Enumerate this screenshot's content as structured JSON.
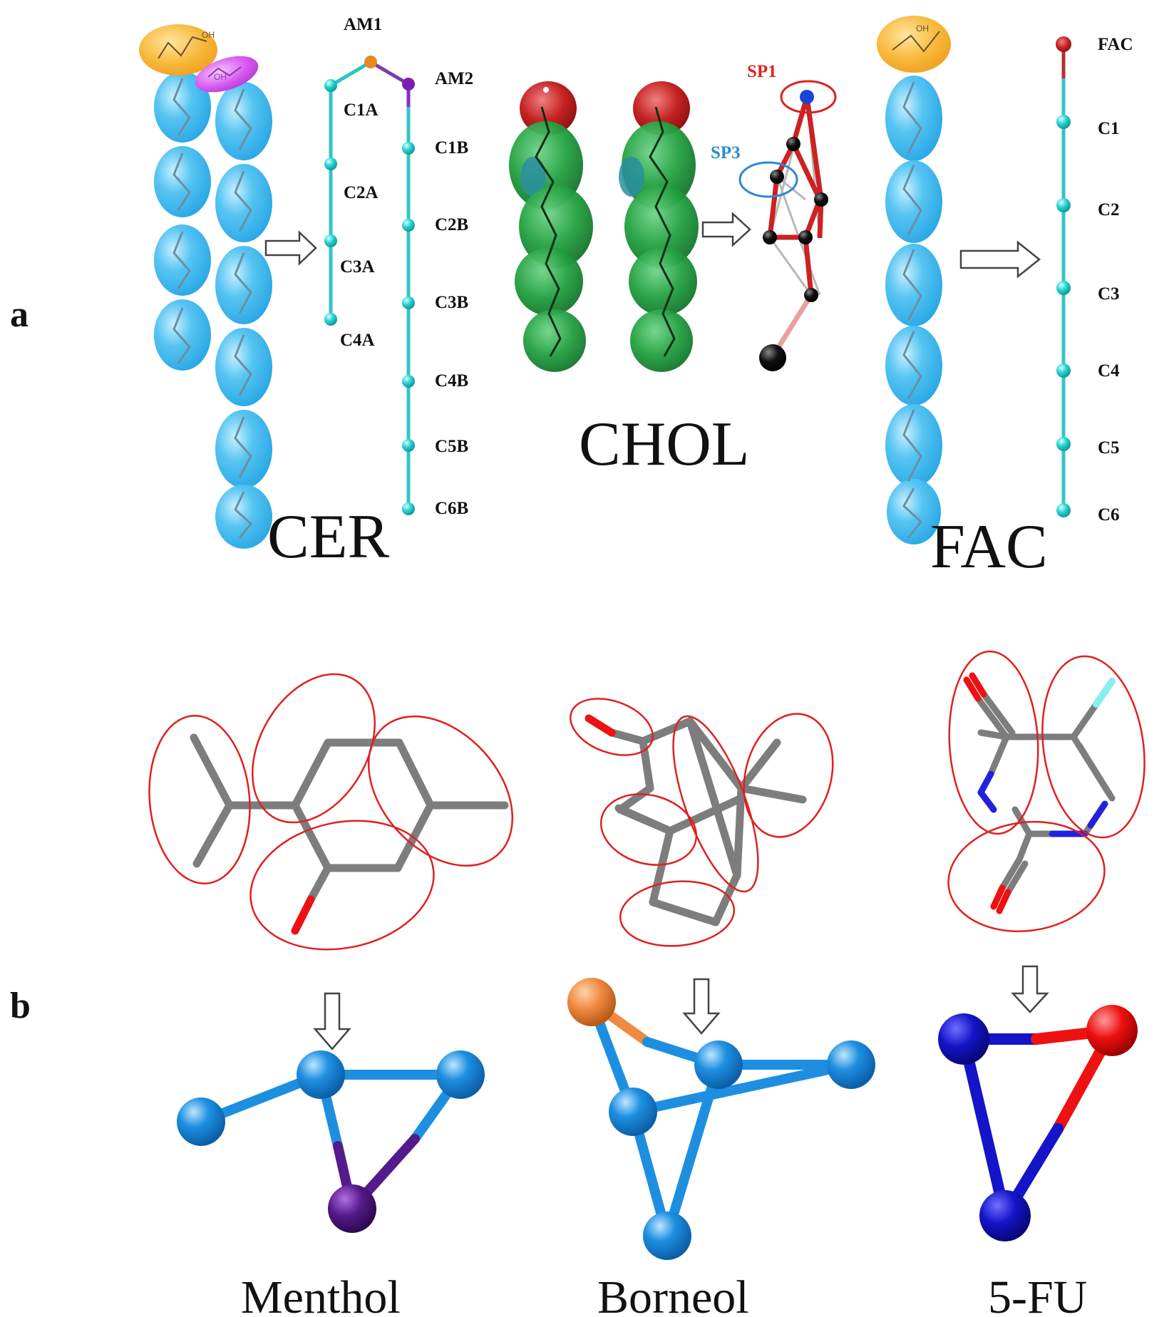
{
  "panels": {
    "a": {
      "letter": "a",
      "cer": {
        "title": "CER",
        "head_labels": [
          "OH",
          "OH"
        ],
        "chain_a": [
          "C1A",
          "C2A",
          "C3A",
          "C4A"
        ],
        "chain_b": [
          "C1B",
          "C2B",
          "C3B",
          "C4B",
          "C5B",
          "C6B"
        ],
        "am1": "AM1",
        "am2": "AM2"
      },
      "chol": {
        "title": "CHOL",
        "sp1": "SP1",
        "sp3": "SP3"
      },
      "fac": {
        "title": "FAC",
        "head_label": "OH",
        "beads": [
          "FAC",
          "C1",
          "C2",
          "C3",
          "C4",
          "C5",
          "C6"
        ]
      }
    },
    "b": {
      "letter": "b",
      "molecules": [
        {
          "name": "Menthol"
        },
        {
          "name": "Borneol"
        },
        {
          "name": "5-FU"
        }
      ]
    }
  },
  "colors": {
    "bead_cyan": "#2ad3d3",
    "bond_cyan": "#35c4c4",
    "ellipse_blue": "#4fb7e8",
    "ellipse_orange": "#f6b12f",
    "ellipse_magenta": "#cc44e0",
    "bead_orange": "#e88a1c",
    "bead_purple": "#7a1fb0",
    "chol_red": "#cc2222",
    "chol_green": "#1f9a3c",
    "chol_teal": "#2a8ea0",
    "sp1_blue": "#1b44d6",
    "sp3_circle": "#2a8cd0",
    "fac_head": "#b03030",
    "stick_gray": "#7d7d7d",
    "oxygen_red": "#ee1111",
    "nitrogen_blue": "#2222dd",
    "fluorine_cyan": "#88eeee",
    "cg_blue": "#1e8fe0",
    "cg_purple": "#551a8b",
    "cg_orange": "#f08a40",
    "cg_navy": "#1414c8",
    "cg_red": "#ee1111",
    "highlight_red": "#e02020",
    "arrow_gray": "#444444"
  }
}
